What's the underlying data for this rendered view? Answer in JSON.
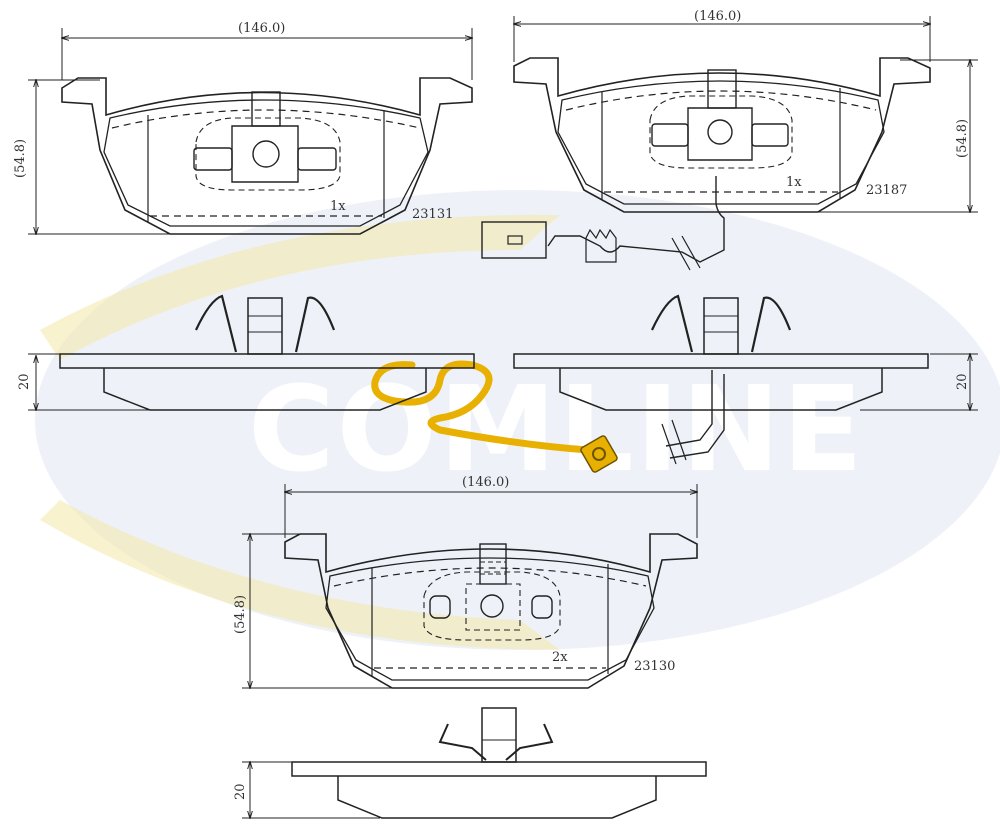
{
  "watermark": {
    "brand": "COMLINE",
    "ellipse_color": "#eef2f8",
    "accent_color": "#f4e7a8",
    "logo_color": "#e8b000",
    "logo_dark": "#6b5400"
  },
  "pads": {
    "pad1": {
      "width_label": "(146.0)",
      "height_label": "(54.8)",
      "qty": "1x",
      "part_no": "23131",
      "thickness_label": "20"
    },
    "pad2": {
      "width_label": "(146.0)",
      "height_label": "(54.8)",
      "qty": "1x",
      "part_no": "23187",
      "thickness_label": "20"
    },
    "pad3": {
      "width_label": "(146.0)",
      "height_label": "(54.8)",
      "qty": "2x",
      "part_no": "23130",
      "thickness_label": "20"
    }
  },
  "line_color": "#222222"
}
